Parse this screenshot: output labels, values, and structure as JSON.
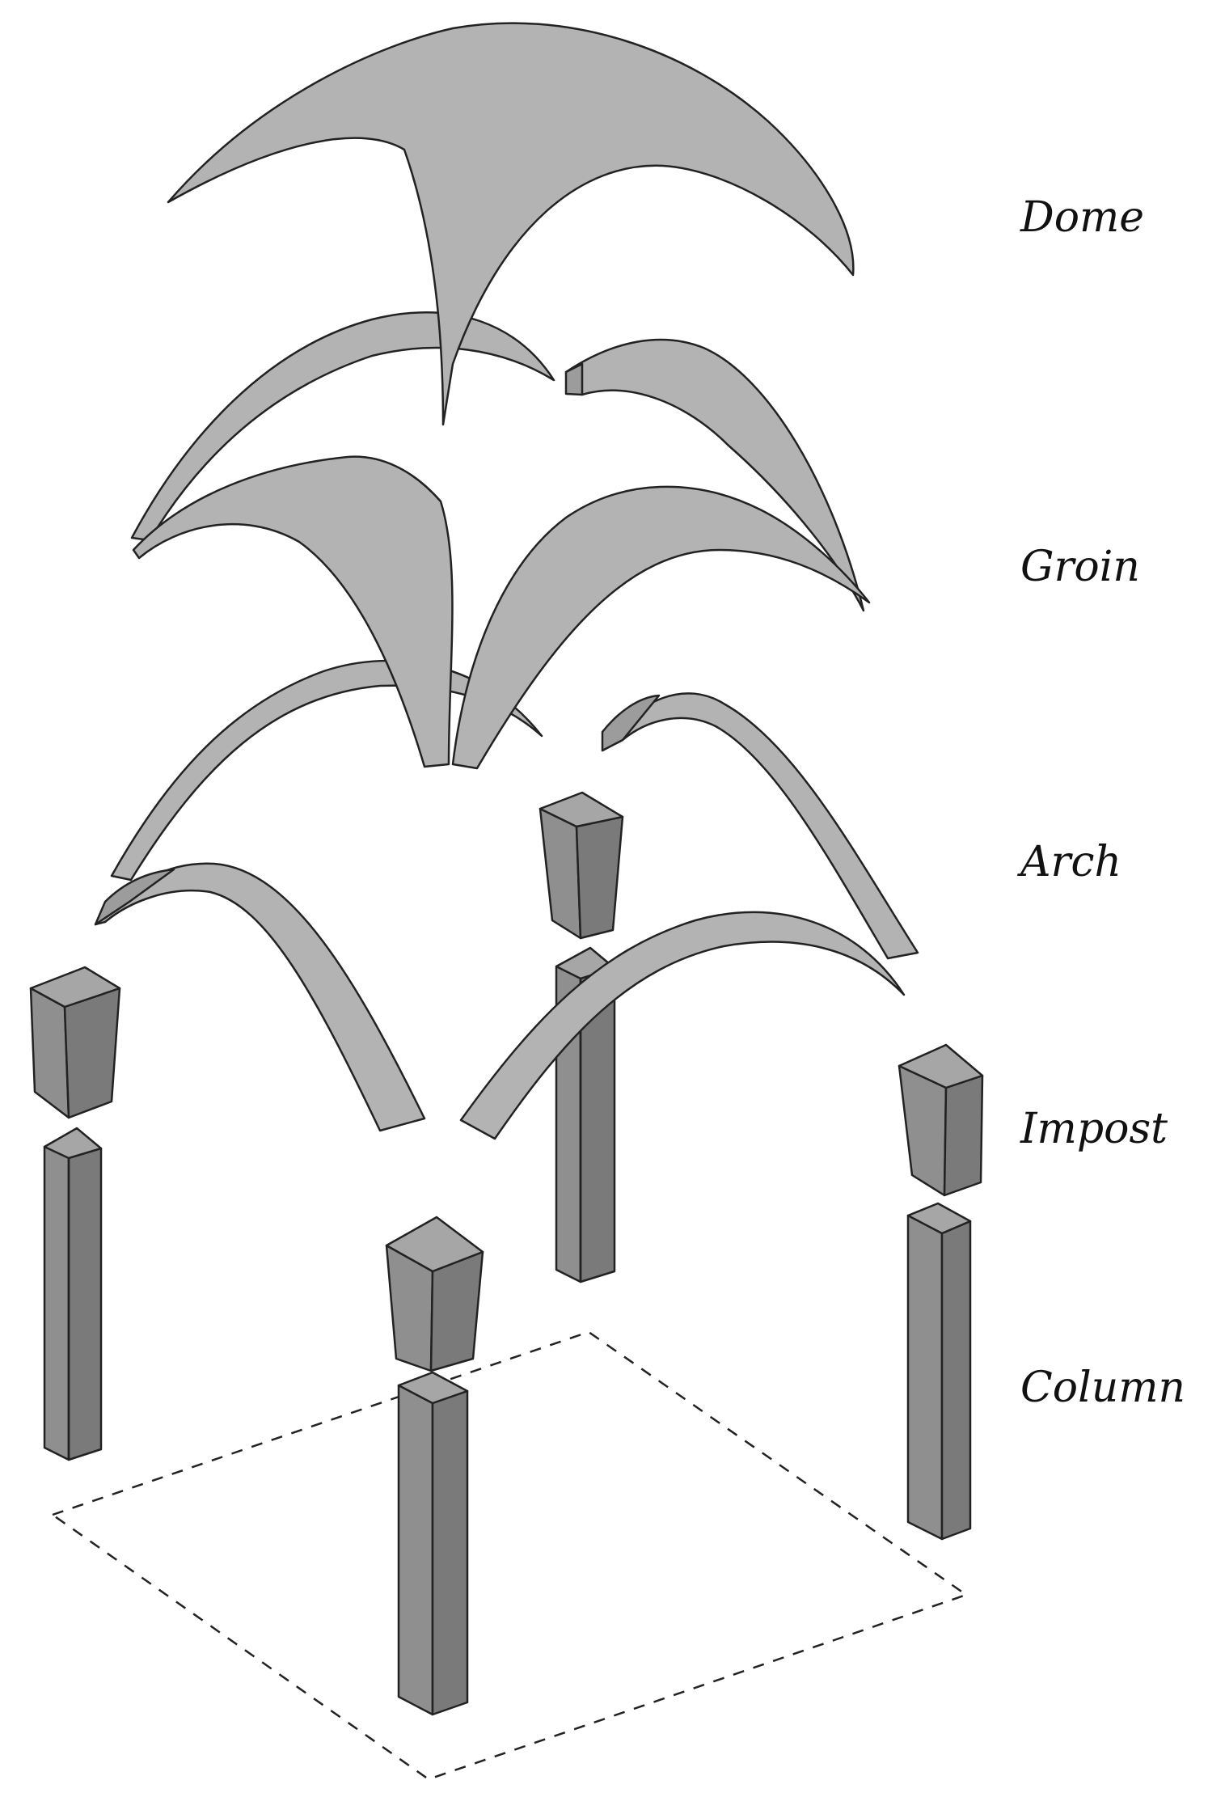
{
  "labels": {
    "dome": "Dome",
    "groin": "Groin",
    "arch": "Arch",
    "impost": "Impost",
    "column": "Column"
  },
  "colors": {
    "shell_fill": "#b3b3b3",
    "block_front": "#8f8f8f",
    "block_side": "#7a7a7a",
    "block_top": "#a6a6a6",
    "stroke": "#222222",
    "footprint": "#222222"
  }
}
